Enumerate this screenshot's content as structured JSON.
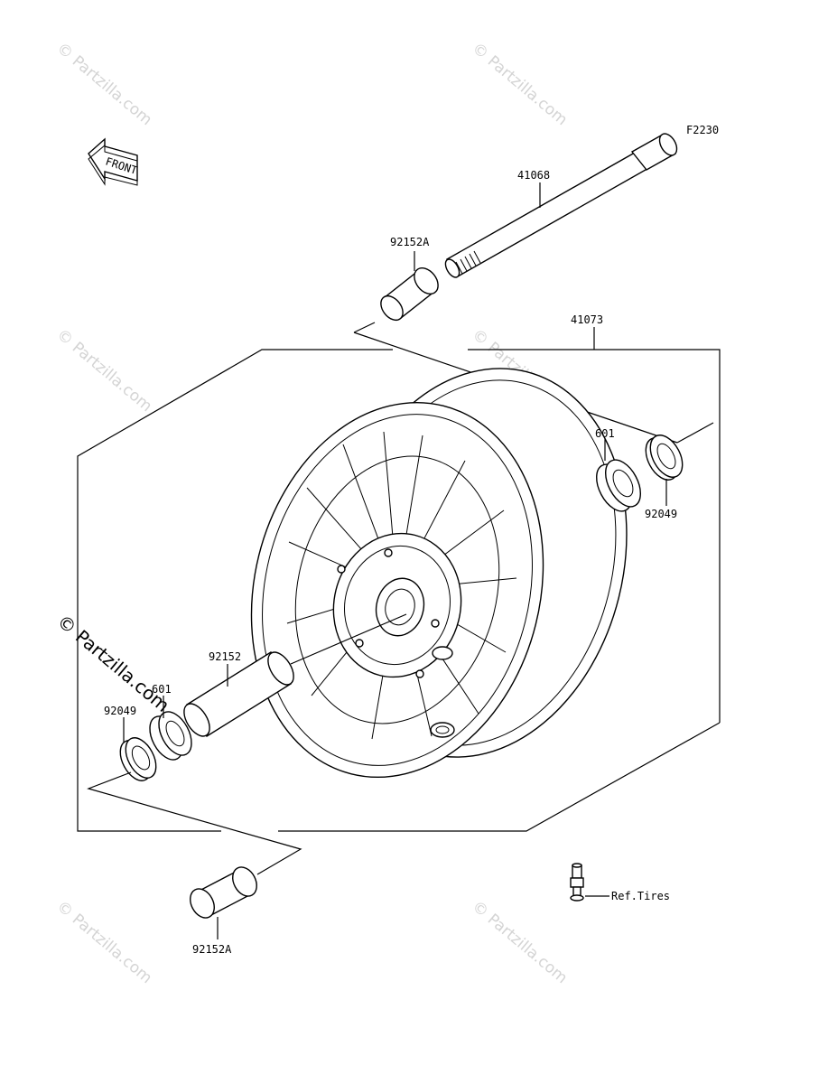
{
  "diagram": {
    "code": "F2230",
    "front_arrow": "FRONT",
    "watermark": "© Partzilla.com",
    "labels": {
      "axle": "41068",
      "collar_top": "92152A",
      "wheel_assy": "41073",
      "bearing_right": "601",
      "seal_right": "92049",
      "collar_center": "92152",
      "bearing_left": "601",
      "seal_left": "92049",
      "collar_bottom": "92152A",
      "valve": "Ref.Tires"
    }
  }
}
